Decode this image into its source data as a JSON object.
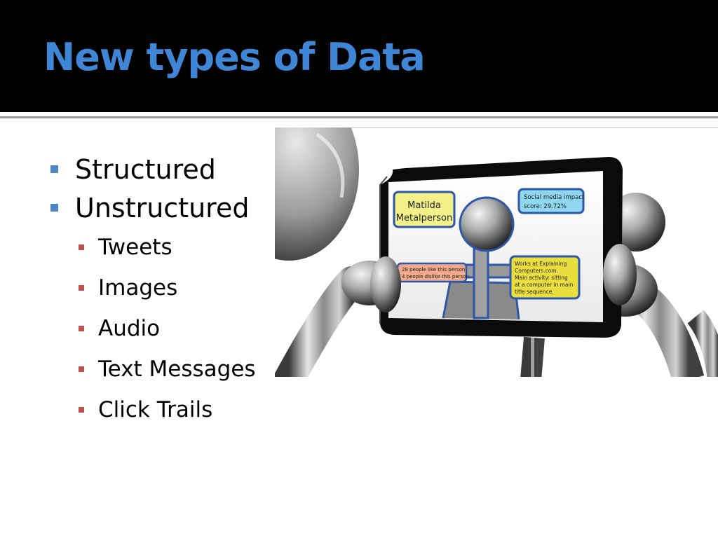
{
  "slide": {
    "title": "New types of Data",
    "bullets": [
      {
        "label": "Structured"
      },
      {
        "label": "Unstructured",
        "sub": [
          "Tweets",
          "Images",
          "Audio",
          "Text Messages",
          "Click Trails"
        ]
      }
    ]
  },
  "illustration": {
    "name_line1": "Matilda",
    "name_line2": "Metalperson",
    "social_line1": "Social media impact",
    "social_line2": "score: 29.72%",
    "likes_line1": "28 people like this person",
    "likes_line2": "4 people dislike this person",
    "works_line1": "Works at Explaining",
    "works_line2": "Computers.com.",
    "works_line3": "Main activity: sitting",
    "works_line4": "at a computer in main",
    "works_line5": "title sequence."
  },
  "colors": {
    "title": "#3f87d6",
    "title_bar": "#000000",
    "bullet_l1": "#4a86c8",
    "bullet_l2": "#c0504d"
  }
}
